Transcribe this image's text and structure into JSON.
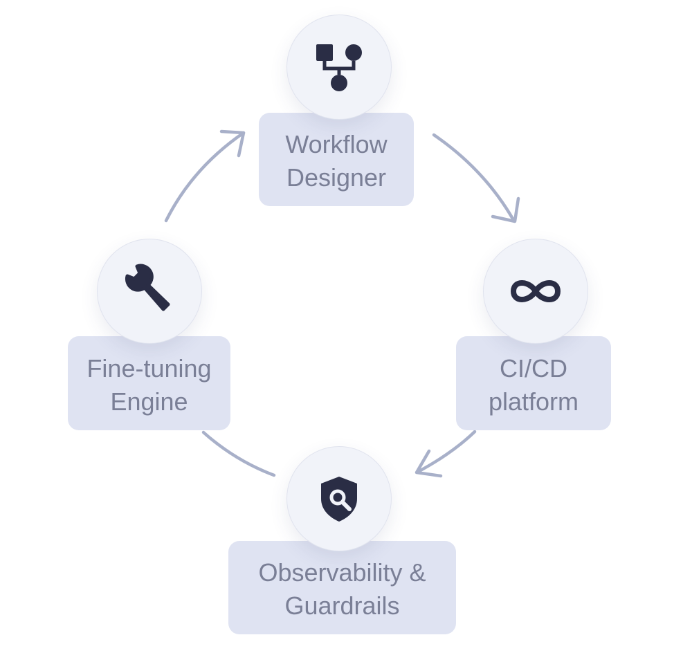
{
  "diagram": {
    "type": "cycle",
    "colors": {
      "label_background": "#dfe3f2",
      "label_text": "#7a7f96",
      "circle_background": "#f1f3f9",
      "icon": "#2a2d45",
      "arrow": "#a8b0c9"
    },
    "nodes": [
      {
        "id": "workflow",
        "line1": "Workflow",
        "line2": "Designer",
        "icon": "workflow-icon"
      },
      {
        "id": "cicd",
        "line1": "CI/CD",
        "line2": "platform",
        "icon": "infinity-icon"
      },
      {
        "id": "observe",
        "line1": "Observability &",
        "line2": "Guardrails",
        "icon": "shield-search-icon"
      },
      {
        "id": "finetune",
        "line1": "Fine-tuning",
        "line2": "Engine",
        "icon": "wrench-icon"
      }
    ],
    "edges": [
      {
        "from": "workflow",
        "to": "cicd"
      },
      {
        "from": "cicd",
        "to": "observe"
      },
      {
        "from": "observe",
        "to": "finetune"
      },
      {
        "from": "finetune",
        "to": "workflow"
      }
    ]
  }
}
